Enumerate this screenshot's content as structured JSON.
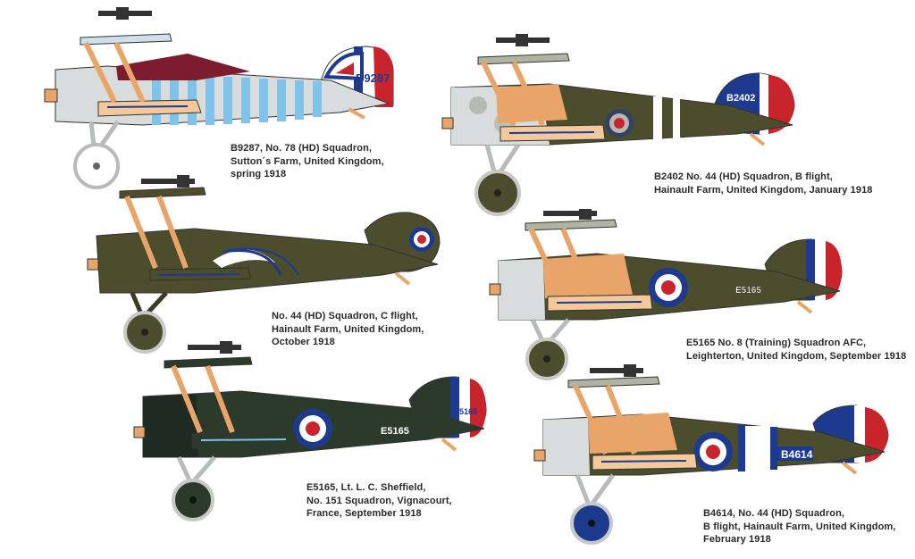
{
  "colors": {
    "pc10": "#4b4d2c",
    "pc10_dark": "#2c3a2c",
    "aluminium": "#d9dcdc",
    "ply": "#e9a569",
    "ply_light": "#f3c89a",
    "roundel_blue": "#1d3a8f",
    "roundel_red": "#c9242c",
    "white": "#ffffff",
    "light_blue": "#7fc2ea",
    "maroon": "#7c1c2e"
  },
  "planes": [
    {
      "id": "b9287",
      "serial": "B9287",
      "caption": [
        "B9287, No. 78 (HD) Squadron,",
        "Sutton´s Farm, United Kingdom,",
        "spring 1918"
      ]
    },
    {
      "id": "b2402",
      "serial": "B2402",
      "caption": [
        "B2402 No. 44 (HD) Squadron, B flight,",
        "Hainault Farm, United Kingdom, January 1918"
      ]
    },
    {
      "id": "no44c",
      "serial": "",
      "caption": [
        "No. 44 (HD) Squadron, C flight,",
        "Hainault Farm, United Kingdom,",
        "October 1918"
      ]
    },
    {
      "id": "e5165-8",
      "serial": "E5165",
      "caption": [
        "E5165 No. 8 (Training) Squadron AFC,",
        "Leighterton, United Kingdom, September 1918"
      ]
    },
    {
      "id": "e5165-151",
      "serial": "E5165",
      "caption": [
        "E5165, Lt. L. C. Sheffield,",
        "No. 151 Squadron, Vignacourt,",
        "France, September 1918"
      ]
    },
    {
      "id": "b4614",
      "serial": "B4614",
      "caption": [
        "B4614, No. 44 (HD) Squadron,",
        "B flight, Hainault Farm, United Kingdom,",
        "February 1918"
      ]
    }
  ]
}
